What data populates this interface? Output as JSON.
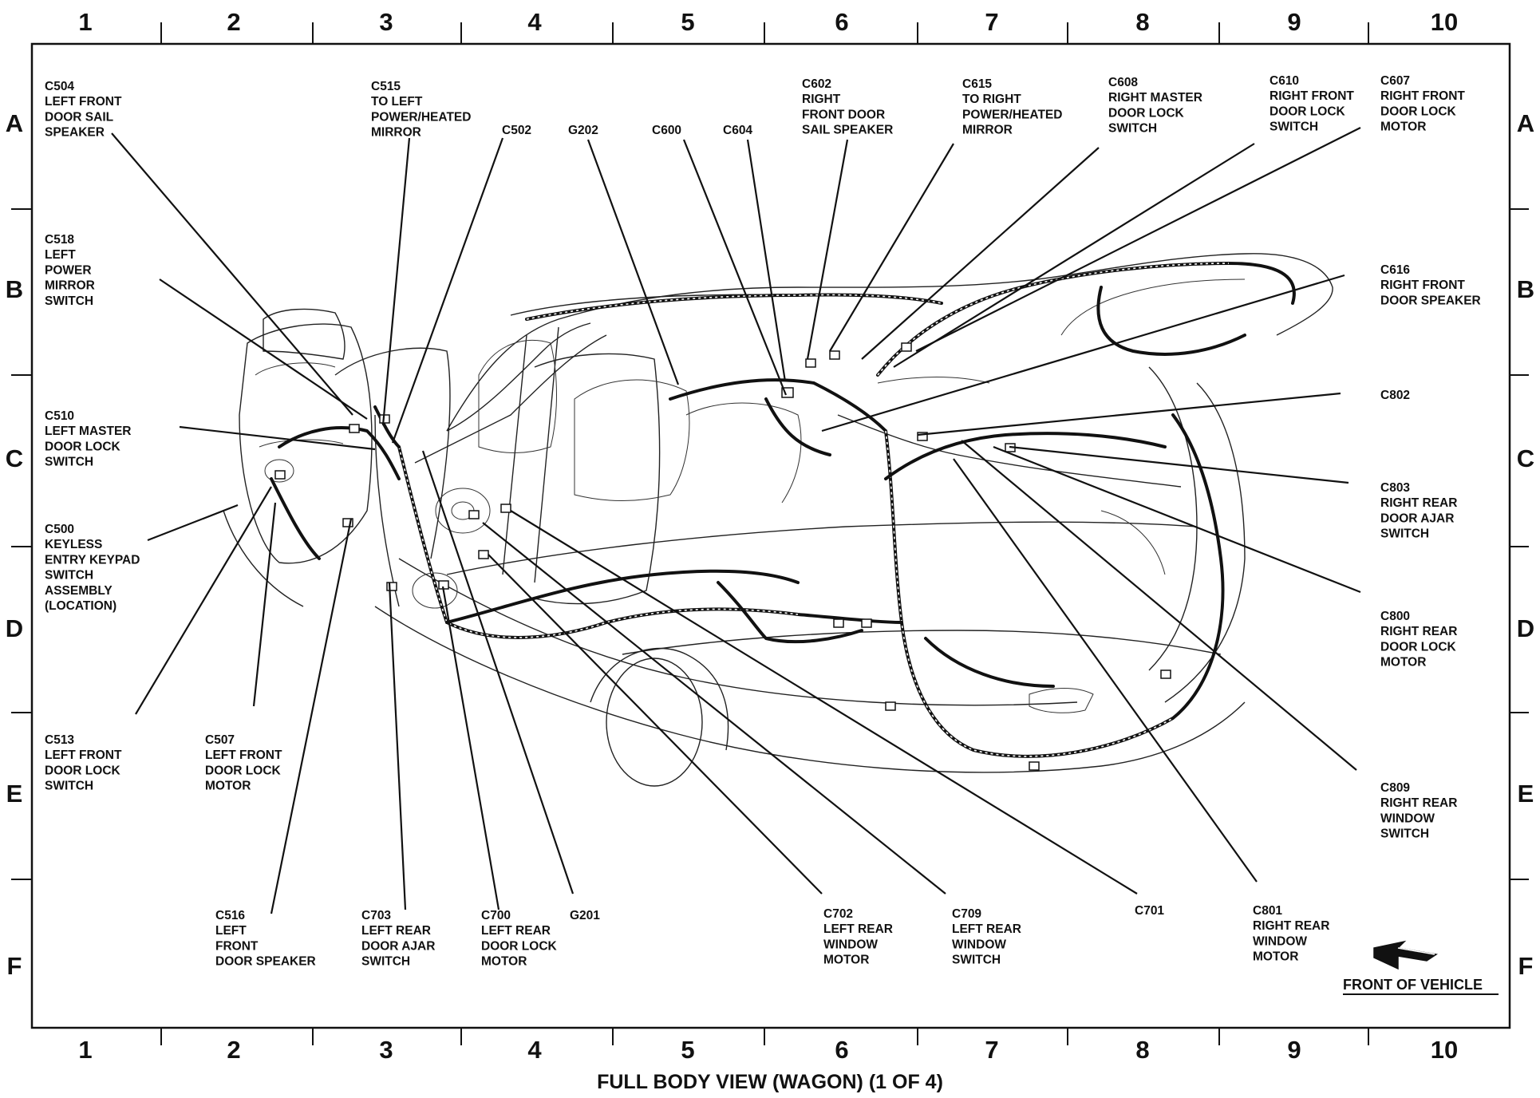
{
  "diagram": {
    "caption": "FULL BODY VIEW (WAGON) (1 OF 4)",
    "front_label": "FRONT OF VEHICLE",
    "grid_columns": [
      "1",
      "2",
      "3",
      "4",
      "5",
      "6",
      "7",
      "8",
      "9",
      "10"
    ],
    "grid_rows": [
      "A",
      "B",
      "C",
      "D",
      "E",
      "F"
    ],
    "labels": [
      {
        "id": "c504",
        "lines": [
          "C504",
          "LEFT FRONT",
          "DOOR SAIL",
          "SPEAKER"
        ]
      },
      {
        "id": "c515",
        "lines": [
          "C515",
          "TO LEFT",
          "POWER/HEATED",
          "MIRROR"
        ]
      },
      {
        "id": "c502",
        "lines": [
          "C502"
        ]
      },
      {
        "id": "g202",
        "lines": [
          "G202"
        ]
      },
      {
        "id": "c600",
        "lines": [
          "C600"
        ]
      },
      {
        "id": "c604",
        "lines": [
          "C604"
        ]
      },
      {
        "id": "c602",
        "lines": [
          "C602",
          "RIGHT",
          "FRONT DOOR",
          "SAIL SPEAKER"
        ]
      },
      {
        "id": "c615",
        "lines": [
          "C615",
          "TO RIGHT",
          "POWER/HEATED",
          "MIRROR"
        ]
      },
      {
        "id": "c608",
        "lines": [
          "C608",
          "RIGHT MASTER",
          "DOOR LOCK",
          "SWITCH"
        ]
      },
      {
        "id": "c610",
        "lines": [
          "C610",
          "RIGHT FRONT",
          "DOOR LOCK",
          "SWITCH"
        ]
      },
      {
        "id": "c607",
        "lines": [
          "C607",
          "RIGHT FRONT",
          "DOOR LOCK",
          "MOTOR"
        ]
      },
      {
        "id": "c518",
        "lines": [
          "C518",
          "LEFT",
          "POWER",
          "MIRROR",
          "SWITCH"
        ]
      },
      {
        "id": "c616",
        "lines": [
          "C616",
          "RIGHT FRONT",
          "DOOR SPEAKER"
        ]
      },
      {
        "id": "c510",
        "lines": [
          "C510",
          "LEFT MASTER",
          "DOOR LOCK",
          "SWITCH"
        ]
      },
      {
        "id": "c802",
        "lines": [
          "C802"
        ]
      },
      {
        "id": "c500",
        "lines": [
          "C500",
          "KEYLESS",
          "ENTRY KEYPAD",
          "SWITCH",
          "ASSEMBLY",
          "(LOCATION)"
        ]
      },
      {
        "id": "c803",
        "lines": [
          "C803",
          "RIGHT REAR",
          "DOOR AJAR",
          "SWITCH"
        ]
      },
      {
        "id": "c800",
        "lines": [
          "C800",
          "RIGHT REAR",
          "DOOR LOCK",
          "MOTOR"
        ]
      },
      {
        "id": "c513",
        "lines": [
          "C513",
          "LEFT FRONT",
          "DOOR LOCK",
          "SWITCH"
        ]
      },
      {
        "id": "c507",
        "lines": [
          "C507",
          "LEFT FRONT",
          "DOOR LOCK",
          "MOTOR"
        ]
      },
      {
        "id": "c809",
        "lines": [
          "C809",
          "RIGHT REAR",
          "WINDOW",
          "SWITCH"
        ]
      },
      {
        "id": "c516",
        "lines": [
          "C516",
          "LEFT",
          "FRONT",
          "DOOR SPEAKER"
        ]
      },
      {
        "id": "c703",
        "lines": [
          "C703",
          "LEFT REAR",
          "DOOR AJAR",
          "SWITCH"
        ]
      },
      {
        "id": "c700",
        "lines": [
          "C700",
          "LEFT REAR",
          "DOOR LOCK",
          "MOTOR"
        ]
      },
      {
        "id": "g201",
        "lines": [
          "G201"
        ]
      },
      {
        "id": "c702",
        "lines": [
          "C702",
          "LEFT REAR",
          "WINDOW",
          "MOTOR"
        ]
      },
      {
        "id": "c709",
        "lines": [
          "C709",
          "LEFT REAR",
          "WINDOW",
          "SWITCH"
        ]
      },
      {
        "id": "c701",
        "lines": [
          "C701"
        ]
      },
      {
        "id": "c801",
        "lines": [
          "C801",
          "RIGHT REAR",
          "WINDOW",
          "MOTOR"
        ]
      }
    ]
  }
}
